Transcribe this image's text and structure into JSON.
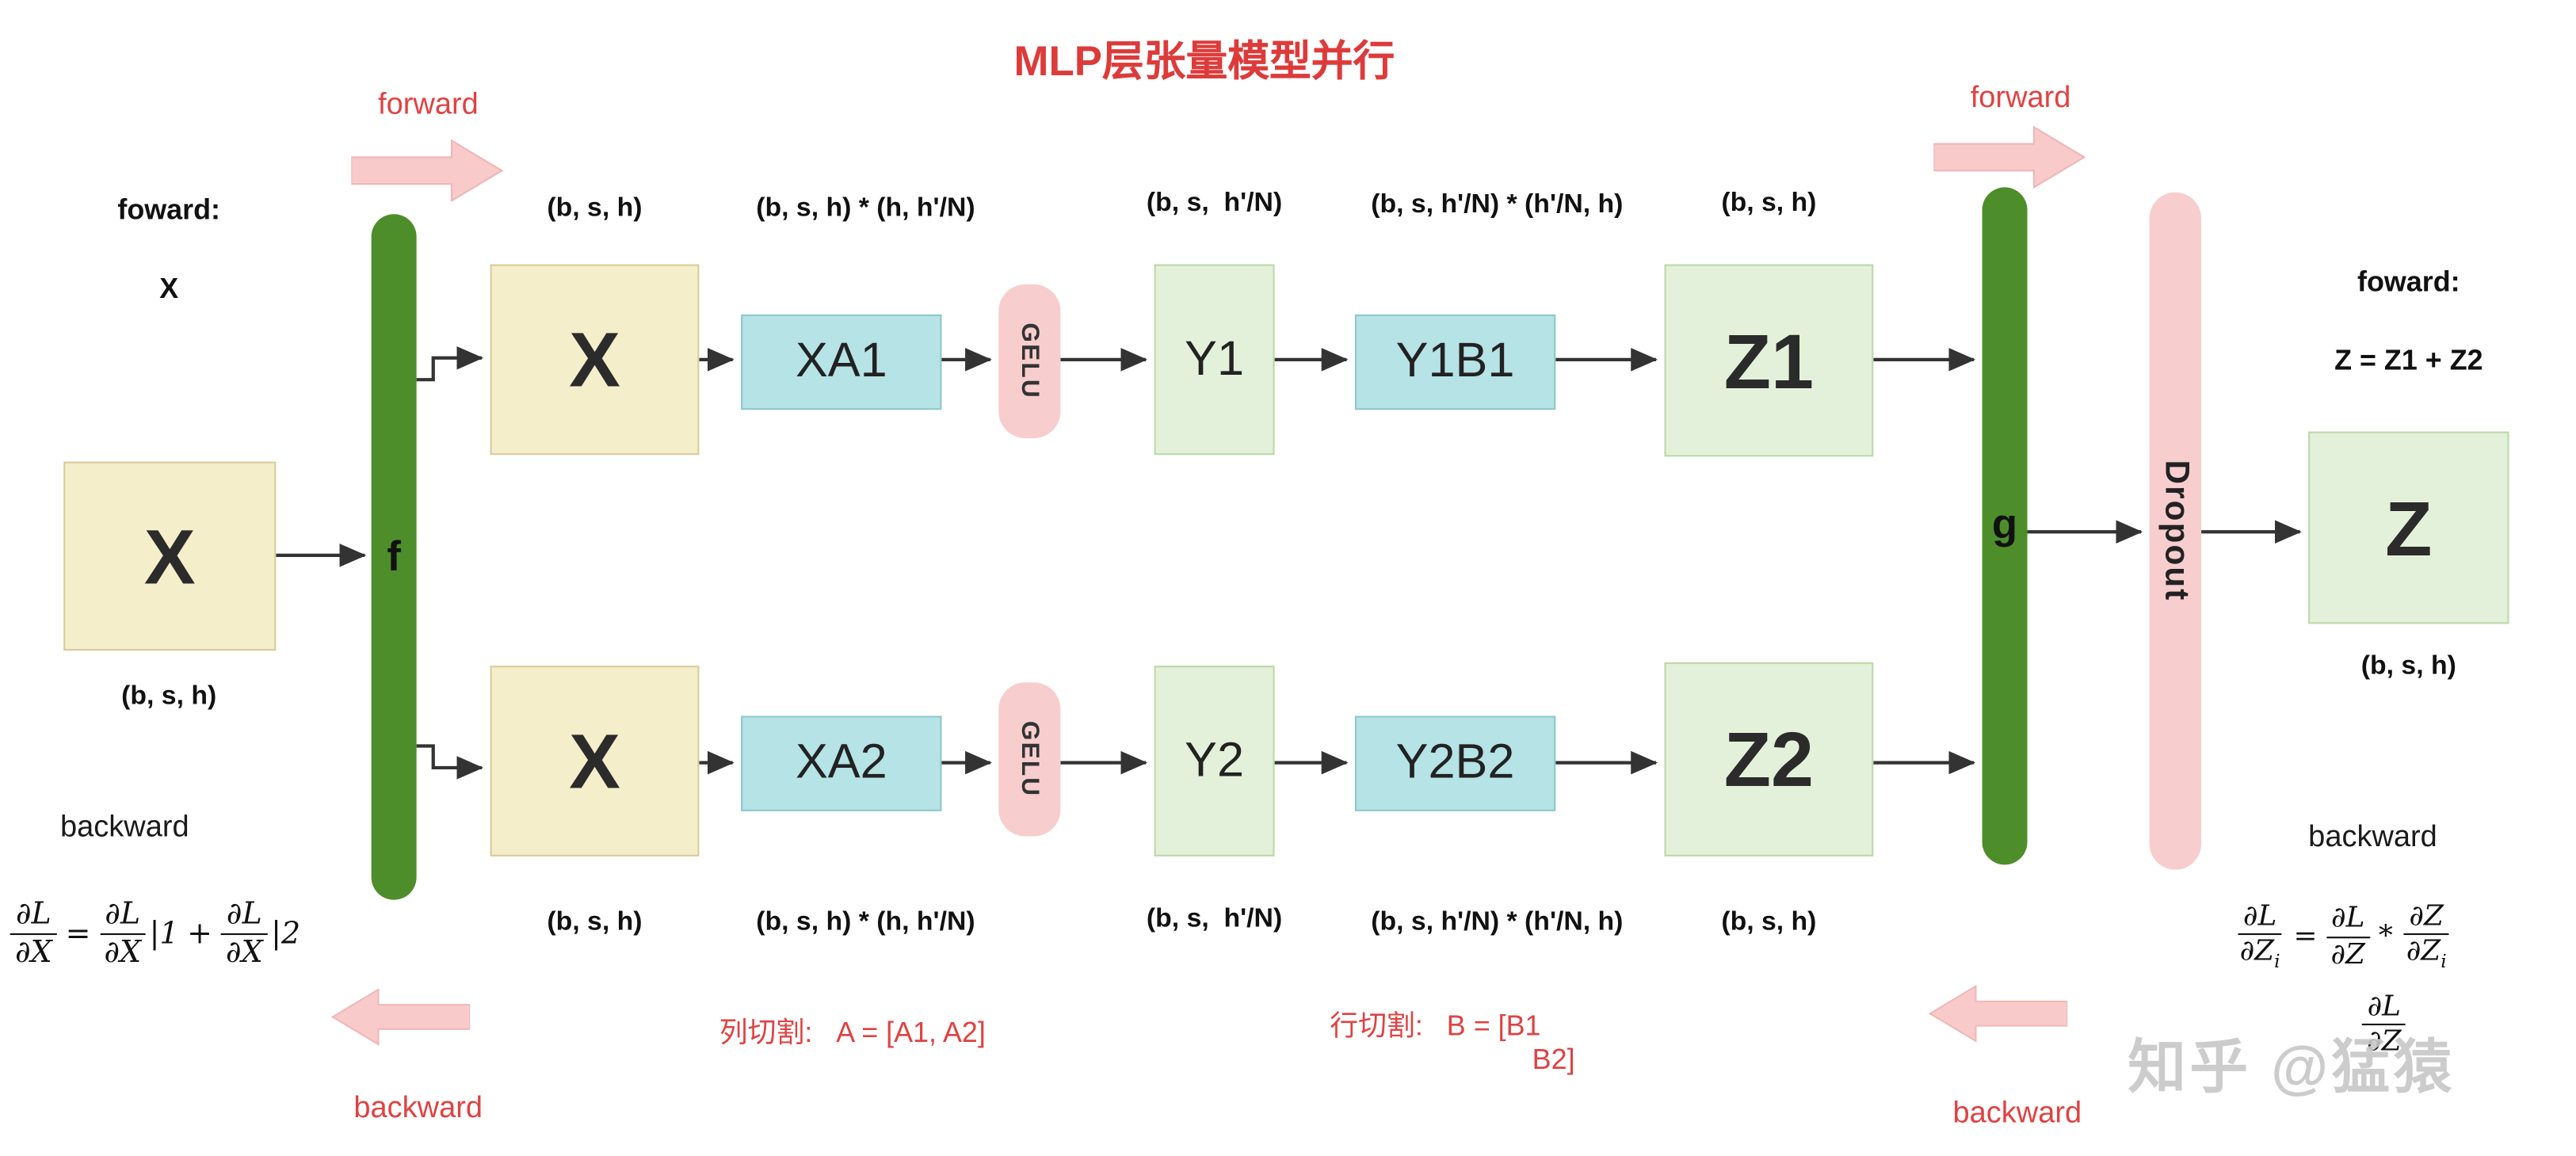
{
  "title": "MLP层张量模型并行",
  "colors": {
    "accent_red": "#e04242",
    "yellow_box": "#f5eecb",
    "teal_box": "#b6e3e5",
    "green_box": "#e4f1da",
    "dark_green_bar": "#4e8e2a",
    "pink": "#f8cdcd",
    "arrow": "#333333",
    "watermark_gray": "#c7c7c7"
  },
  "red_annotations": {
    "top_left_label": "forward",
    "top_right_label": "forward",
    "bottom_left_label": "backward",
    "bottom_right_label": "backward"
  },
  "left_block": {
    "foward_title": "foward:",
    "foward_value": "X",
    "x_label": "X",
    "x_shape": "(b, s, h)",
    "backward_label": "backward",
    "formula": {
      "f1_num": "∂L",
      "f1_den": "∂X",
      "eq": "=",
      "f2_num": "∂L",
      "f2_den": "∂X",
      "sub1": "|1",
      "plus": "+",
      "f3_num": "∂L",
      "f3_den": "∂X",
      "sub2": "|2"
    }
  },
  "f_bar_label": "f",
  "g_bar_label": "g",
  "dropout_label": "Dropout",
  "top_row": {
    "x_shape": "(b, s, h)",
    "x_label": "X",
    "xa_shape": "(b, s, h) * (h, h'/N)",
    "xa_label": "XA1",
    "gelu_label": "GELU",
    "y_shape": "(b, s,  h'/N)",
    "y_label": "Y1",
    "yb_shape": "(b, s, h'/N) * (h'/N, h)",
    "yb_label": "Y1B1",
    "z_shape": "(b, s, h)",
    "z_label": "Z1"
  },
  "bottom_row": {
    "x_shape": "(b, s, h)",
    "x_label": "X",
    "xa_shape": "(b, s, h) * (h, h'/N)",
    "xa_label": "XA2",
    "gelu_label": "GELU",
    "y_shape": "(b, s,  h'/N)",
    "y_label": "Y2",
    "yb_shape": "(b, s, h'/N) * (h'/N, h)",
    "yb_label": "Y2B2",
    "z_shape": "(b, s, h)",
    "z_label": "Z2"
  },
  "right_block": {
    "foward_title": "foward:",
    "foward_value": "Z = Z1 + Z2",
    "z_label": "Z",
    "z_shape": "(b, s, h)",
    "backward_label": "backward",
    "formula": {
      "f1_num": "∂L",
      "f1_den": "∂Z",
      "f1_den_sub": "i",
      "eq": "=",
      "f2_num": "∂L",
      "f2_den": "∂Z",
      "times": "*",
      "f3_num": "∂Z",
      "f3_den": "∂Z",
      "f3_den_sub": "i"
    },
    "formula_line2": {
      "num": "∂L",
      "den": "∂Z"
    }
  },
  "split_notes": {
    "col_split": "列切割:   A = [A1, A2]",
    "row_split_line1": "行切割:   B = [B1",
    "row_split_line2": "B2]"
  },
  "watermark": "知乎 @猛猿"
}
